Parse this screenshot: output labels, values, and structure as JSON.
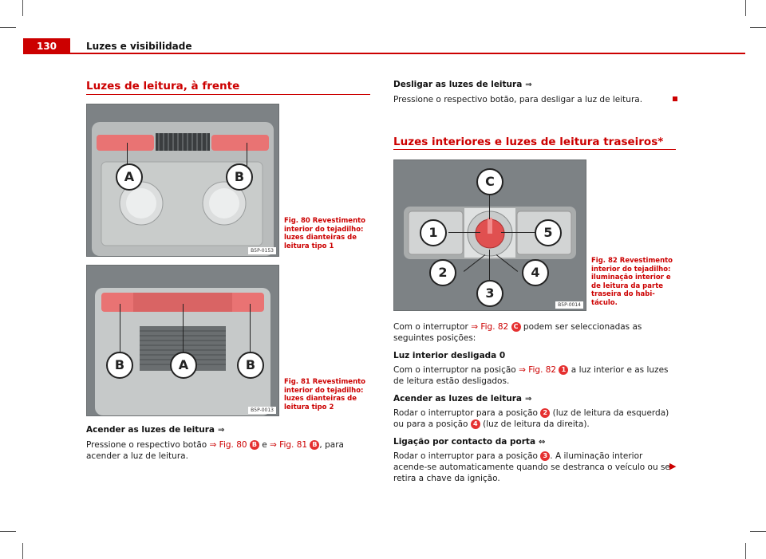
{
  "header": {
    "page_number": "130",
    "chapter": "Luzes e visibilidade"
  },
  "left": {
    "section_title": "Luzes de leitura, à frente",
    "fig80": {
      "caption_num": "Fig. 80",
      "caption_text": "Revestimento in­terior do tejadilho: luzes dianteiras de leitura tipo 1",
      "code": "B5P-0153",
      "labels": [
        "A",
        "B"
      ]
    },
    "fig81": {
      "caption_num": "Fig. 81",
      "caption_text": "Revestimento in­terior do tejadilho: luzes dianteiras de leitura tipo 2",
      "code": "B5P-0013",
      "labels": [
        "B",
        "A",
        "B"
      ]
    },
    "on_heading": "Acender as luzes de leitura",
    "on_text": {
      "a": "Pressione o respectivo botão ",
      "ref1": "⇒ Fig. 80",
      "b1": "B",
      "c": " e ",
      "ref2": "⇒ Fig. 81",
      "b2": "B",
      "d": ", para acender a luz de leitura."
    }
  },
  "right": {
    "off_heading": "Desligar as luzes de leitura",
    "off_text": "Pressione o respectivo botão, para desligar a luz de leitura.",
    "section_title": "Luzes interiores e luzes de leitura traseiros*",
    "fig82": {
      "caption_num": "Fig. 82",
      "caption_text": "Revestimento in­terior do tejadilho: ilumi­nação interior e de leitura da parte traseira do habi­táculo.",
      "code": "B5P-0014",
      "labels": [
        "C",
        "1",
        "5",
        "2",
        "4",
        "3"
      ]
    },
    "intro": {
      "a": "Com o interruptor ",
      "ref": "⇒ Fig. 82",
      "badge": "C",
      "b": " podem ser seleccionadas as seguintes posi­ções:"
    },
    "s0_heading": "Luz interior desligada 0",
    "s0": {
      "a": "Com o interruptor na posição ",
      "ref": "⇒ Fig. 82",
      "badge": "1",
      "b": " a luz interior e as luzes de leitura estão desligados."
    },
    "s1_heading": "Acender as luzes de leitura",
    "s1": {
      "a": "Rodar o interruptor para a posição ",
      "badge1": "2",
      "b": " (luz de leitura da esquerda) ou para a posição ",
      "badge2": "4",
      "c": " (luz de leitura da direita)."
    },
    "s2_heading": "Ligação por contacto da porta",
    "s2": {
      "a": "Rodar o interruptor para a posição ",
      "badge": "3",
      "b": ". A iluminação interior acende-se auto­maticamente quando se destranca o veículo ou se retira a chave da ignição."
    }
  },
  "icons": [
    "reading-lamp-icon",
    "door-contact-icon",
    "end-square-icon",
    "continue-arrow-icon"
  ],
  "colors": {
    "accent": "#cc0000"
  }
}
